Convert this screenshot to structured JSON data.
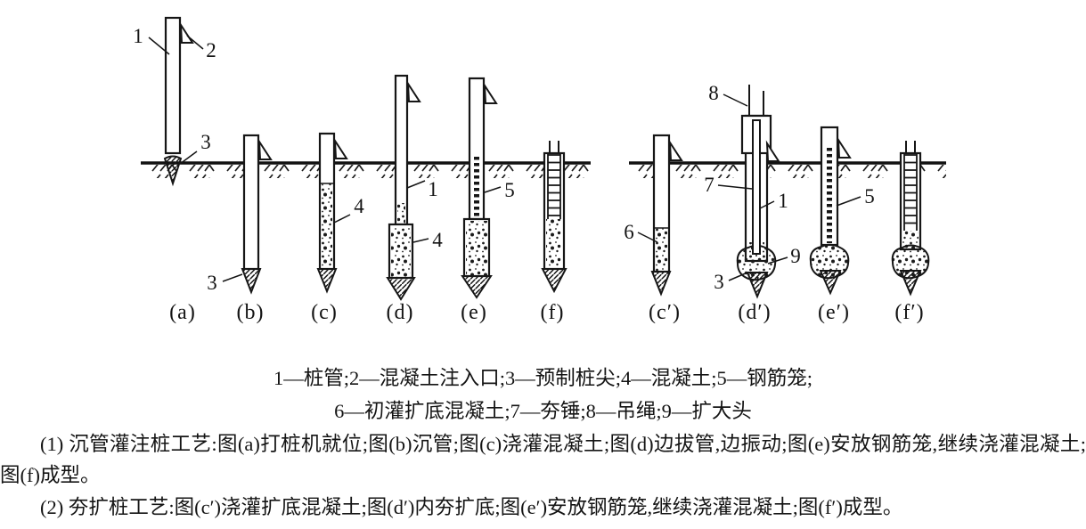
{
  "figure": {
    "callouts": {
      "n1": "1",
      "n2": "2",
      "n3": "3",
      "n4": "4",
      "n5": "5",
      "n6": "6",
      "n7": "7",
      "n8": "8",
      "n9": "9"
    },
    "captions": {
      "a": "(a)",
      "b": "(b)",
      "c": "(c)",
      "d": "(d)",
      "e": "(e)",
      "f": "(f)",
      "c2": "(c′)",
      "d2": "(d′)",
      "e2": "(e′)",
      "f2": "(f′)"
    }
  },
  "legend": {
    "line1": "1—桩管;2—混凝土注入口;3—预制桩尖;4—混凝土;5—钢筋笼;",
    "line2": "6—初灌扩底混凝土;7—夯锤;8—吊绳;9—扩大头"
  },
  "paragraphs": {
    "p1": "(1) 沉管灌注桩工艺:图(a)打桩机就位;图(b)沉管;图(c)浇灌混凝土;图(d)边拔管,边振动;图(e)安放钢筋笼,继续浇灌混凝土;图(f)成型。",
    "p2": "(2) 夯扩桩工艺:图(c′)浇灌扩底混凝土;图(d′)内夯扩底;图(e′)安放钢筋笼,继续浇灌混凝土;图(f′)成型。"
  }
}
